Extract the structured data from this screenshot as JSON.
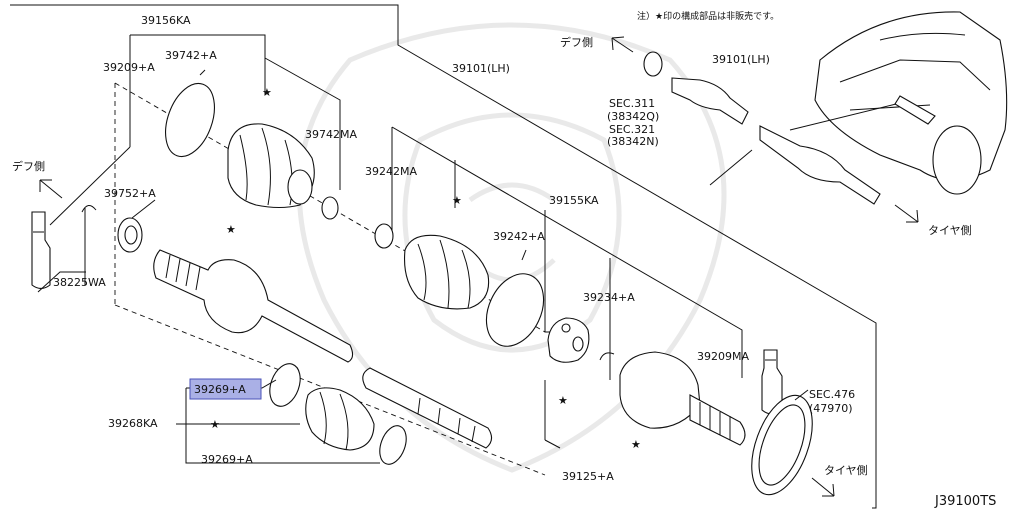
{
  "note": "注）★印の構成部品は非販売です。",
  "diagram_id": "J39100TS",
  "star": "★",
  "labels": {
    "p39156KA": "39156KA",
    "p39742A": "39742+A",
    "p39209A": "39209+A",
    "p39742MA": "39742MA",
    "p39242MA": "39242MA",
    "p39101LH": "39101(LH)",
    "p39752A": "39752+A",
    "p38225WA": "38225WA",
    "p39242A": "39242+A",
    "p39155KA": "39155KA",
    "p39234A": "39234+A",
    "p39209MA": "39209MA",
    "p39269A_hl": "39269+A",
    "p39268KA": "39268KA",
    "p39269A": "39269+A",
    "p39125A": "39125+A",
    "sec476": "SEC.476",
    "sec476_sub": "(47970)",
    "inset_39101LH": "39101(LH)",
    "sec311": "SEC.311",
    "sec311_sub": "(38342Q)",
    "sec321": "SEC.321",
    "sec321_sub": "(38342N)",
    "diff_left": "デフ側",
    "diff_top": "デフ側",
    "tire_right": "タイヤ側",
    "tire_bottom": "タイヤ側"
  },
  "colors": {
    "highlight_fill": "#aab0e6",
    "highlight_stroke": "#4a52b8"
  }
}
